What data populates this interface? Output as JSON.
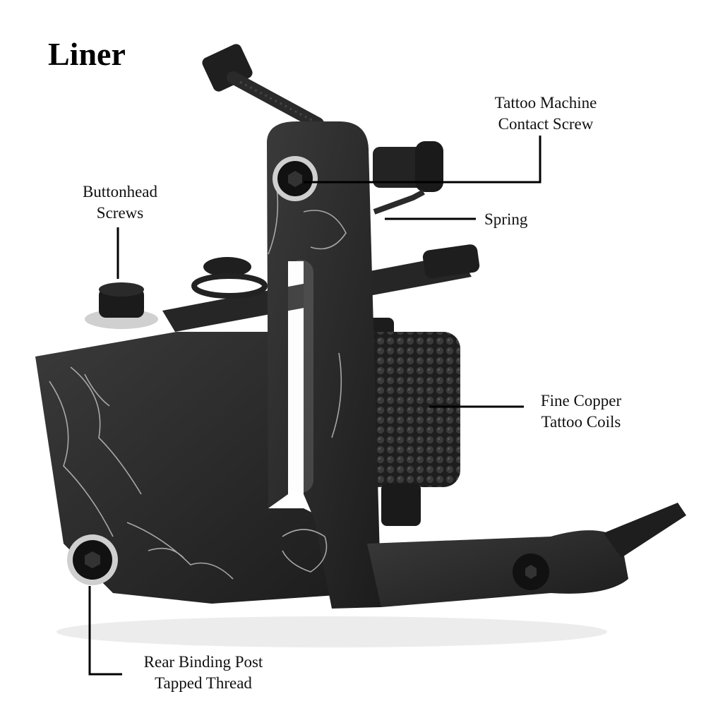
{
  "title": "Liner",
  "labels": {
    "contact_screw": {
      "line1": "Tattoo Machine",
      "line2": "Contact Screw"
    },
    "buttonhead": {
      "line1": "Buttonhead",
      "line2": "Screws"
    },
    "spring": {
      "line1": "Spring"
    },
    "coils": {
      "line1": "Fine Copper",
      "line2": "Tattoo Coils"
    },
    "rear_post": {
      "line1": "Rear Binding Post",
      "line2": "Tapped Thread"
    }
  },
  "colors": {
    "frame": "#2b2b2b",
    "frame_dark": "#1a1a1a",
    "engraving": "#bdbdbd",
    "washer": "#d9d9d9",
    "leader": "#000000"
  }
}
